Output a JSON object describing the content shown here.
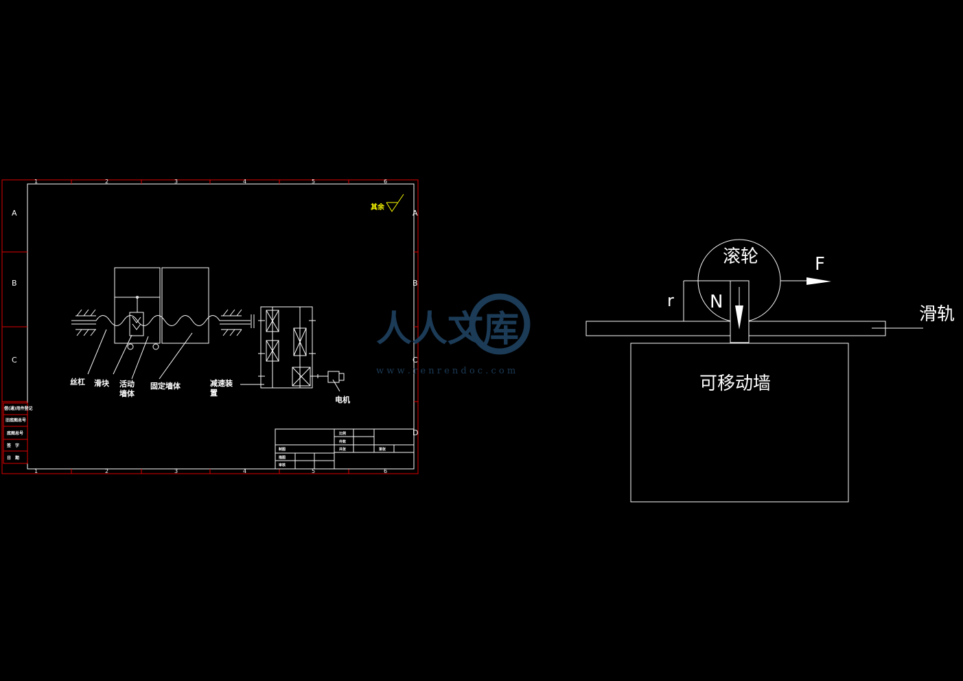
{
  "drawing_left": {
    "grid_cols": [
      "1",
      "2",
      "3",
      "4",
      "5",
      "6"
    ],
    "grid_rows": [
      "A",
      "B",
      "C",
      "D"
    ],
    "surface_note": "其余",
    "labels": {
      "screw": "丝杠",
      "slider": "滑块",
      "movable_wall_1": "活动",
      "movable_wall_2": "墙体",
      "fixed_wall": "固定墙体",
      "reducer_1": "减速装",
      "reducer_2": "置",
      "motor": "电机"
    },
    "left_strip": [
      "借(通)用件登记",
      "旧底图总号",
      "底图总号",
      "签　字",
      "日　期"
    ],
    "title_block": [
      "比例",
      "件数",
      "共张",
      "第张",
      "制图",
      "描图",
      "审核"
    ]
  },
  "drawing_right": {
    "roller": "滚轮",
    "force": "F",
    "normal": "N",
    "radius": "r",
    "rail": "滑轨",
    "wall": "可移动墙"
  },
  "watermark": {
    "text": "人人文库",
    "url": "w w w . r e n r e n d o c . c o m"
  }
}
